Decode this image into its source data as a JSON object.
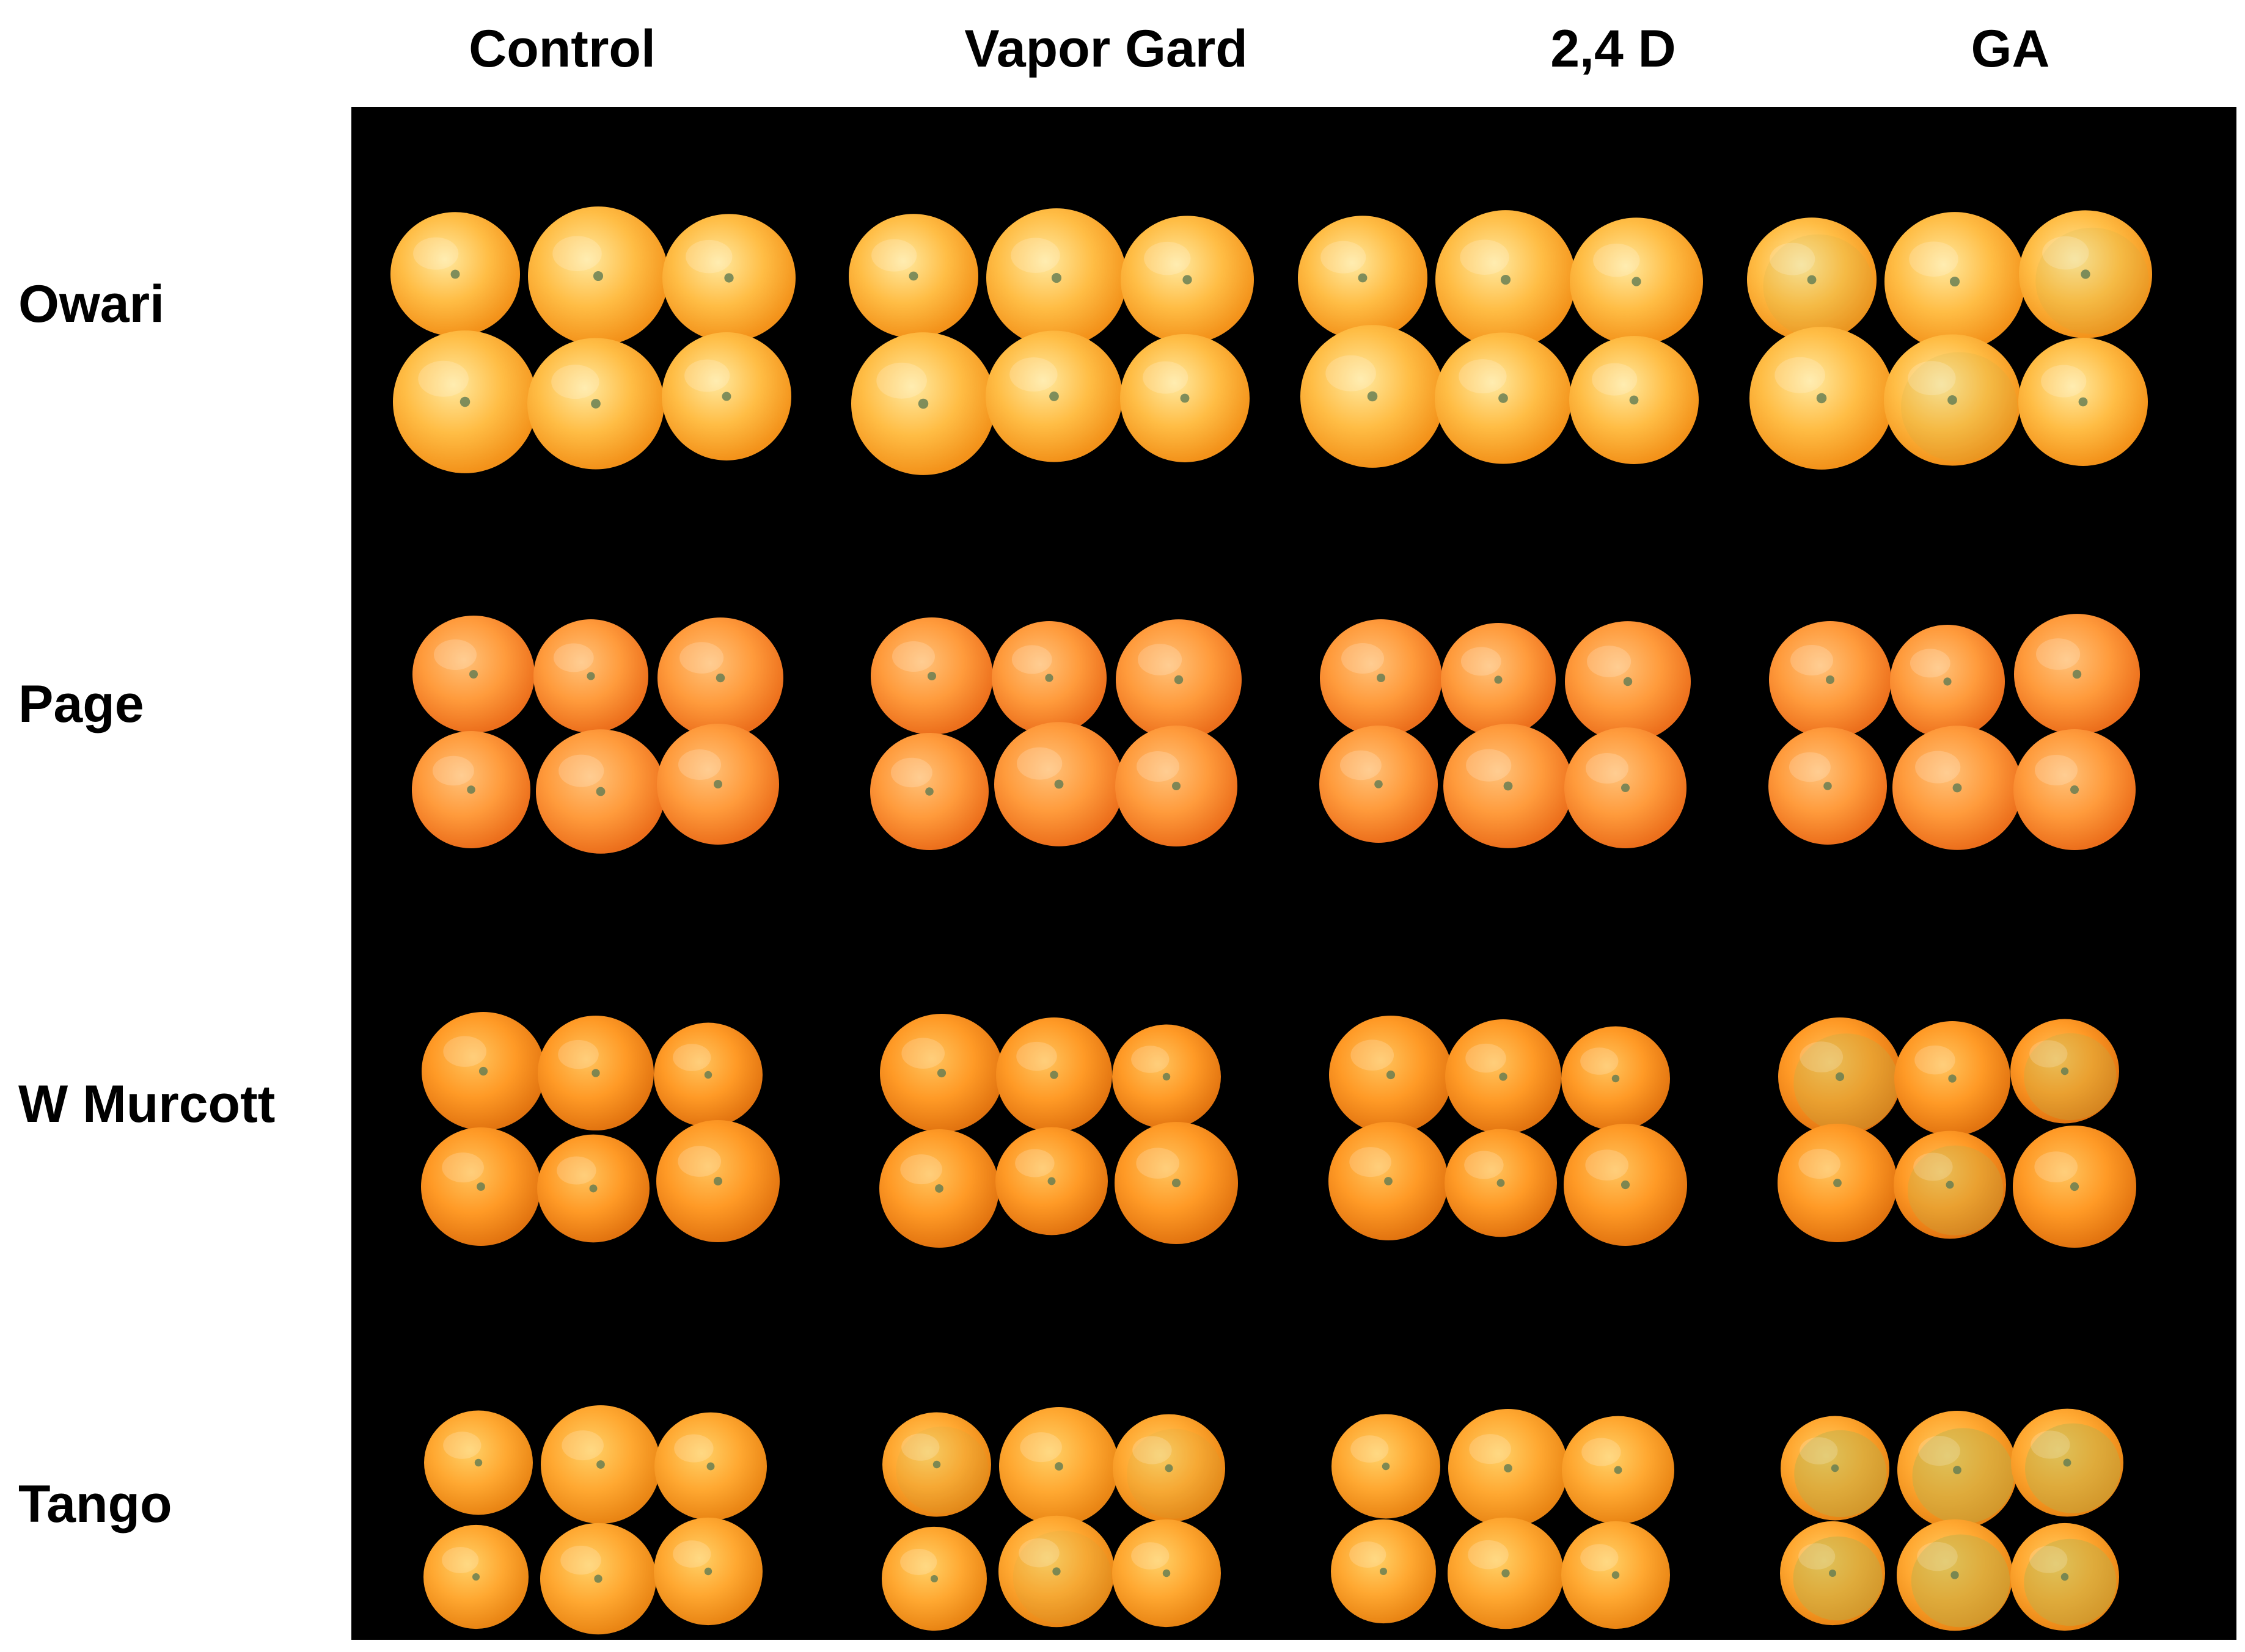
{
  "figure": {
    "column_headers": [
      "Control",
      "Vapor Gard",
      "2,4 D",
      "GA"
    ],
    "row_labels": [
      "Owari",
      "Page",
      "W Murcott",
      "Tango"
    ]
  },
  "colors": {
    "background": "#ffffff",
    "panel": "#000000",
    "label_text": "#000000",
    "varieties": {
      "Owari": {
        "light": "#ffe9a0",
        "mid": "#ffbd45",
        "dark": "#f3921a"
      },
      "Page": {
        "light": "#ffc27a",
        "mid": "#ff9b3c",
        "dark": "#ec6f1c"
      },
      "W Murcott": {
        "light": "#ffc45e",
        "mid": "#ff9a26",
        "dark": "#e27410"
      },
      "Tango": {
        "light": "#ffd168",
        "mid": "#ffa831",
        "dark": "#e98514"
      }
    },
    "greenish_tint": "#b9b04a",
    "stem_end": "#5f7a52"
  }
}
